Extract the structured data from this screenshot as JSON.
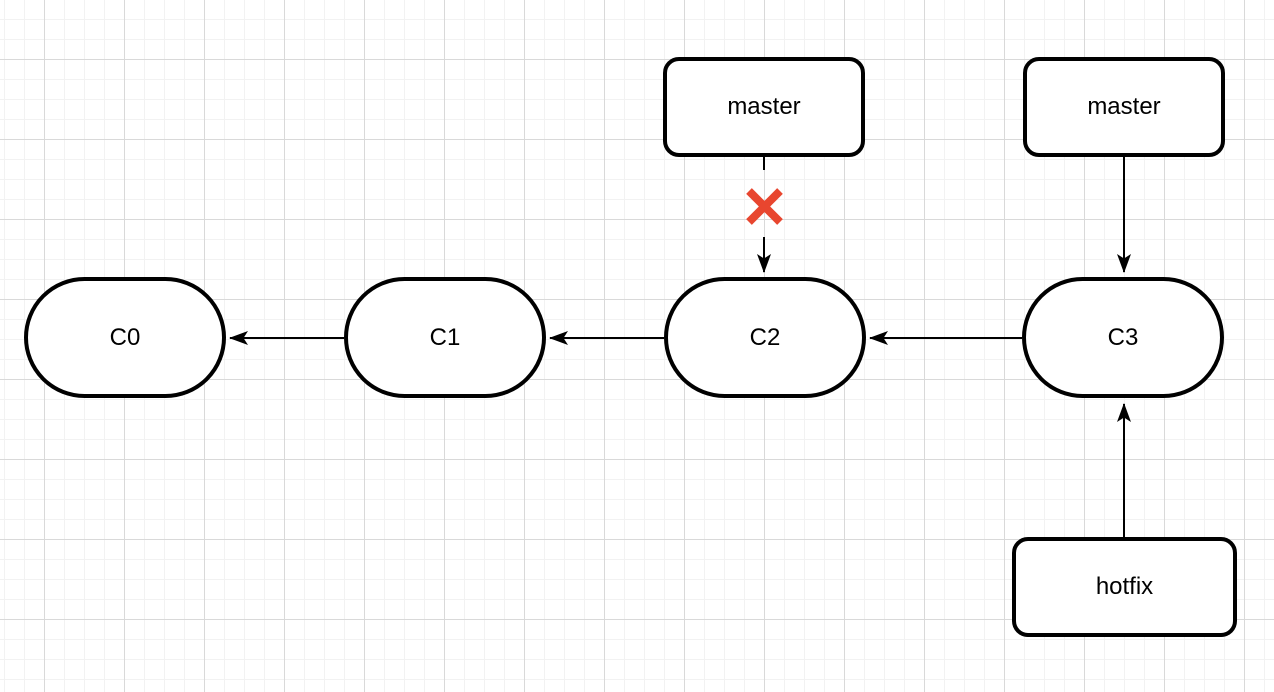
{
  "canvas": {
    "background_color": "#ffffff",
    "grid_minor_color": "#f2f2f2",
    "grid_major_color": "#d9d9d9",
    "shape_stroke_color": "#000000",
    "shape_fill_color": "#ffffff"
  },
  "nodes": {
    "commits": [
      {
        "label": "C0"
      },
      {
        "label": "C1"
      },
      {
        "label": "C2"
      },
      {
        "label": "C3"
      }
    ],
    "branches": {
      "top_center": {
        "label": "master"
      },
      "top_right": {
        "label": "master"
      },
      "bottom_right": {
        "label": "hotfix"
      }
    }
  },
  "edges": [
    {
      "from": "C1",
      "to": "C0",
      "style": "arrow"
    },
    {
      "from": "C2",
      "to": "C1",
      "style": "arrow"
    },
    {
      "from": "C3",
      "to": "C2",
      "style": "arrow"
    },
    {
      "from": "master (top center)",
      "to": "C2",
      "style": "arrow-broken"
    },
    {
      "from": "master (top right)",
      "to": "C3",
      "style": "arrow"
    },
    {
      "from": "hotfix",
      "to": "C3",
      "style": "arrow"
    }
  ],
  "deleted_marker": {
    "glyph": "✕",
    "color": "#e8462f"
  }
}
